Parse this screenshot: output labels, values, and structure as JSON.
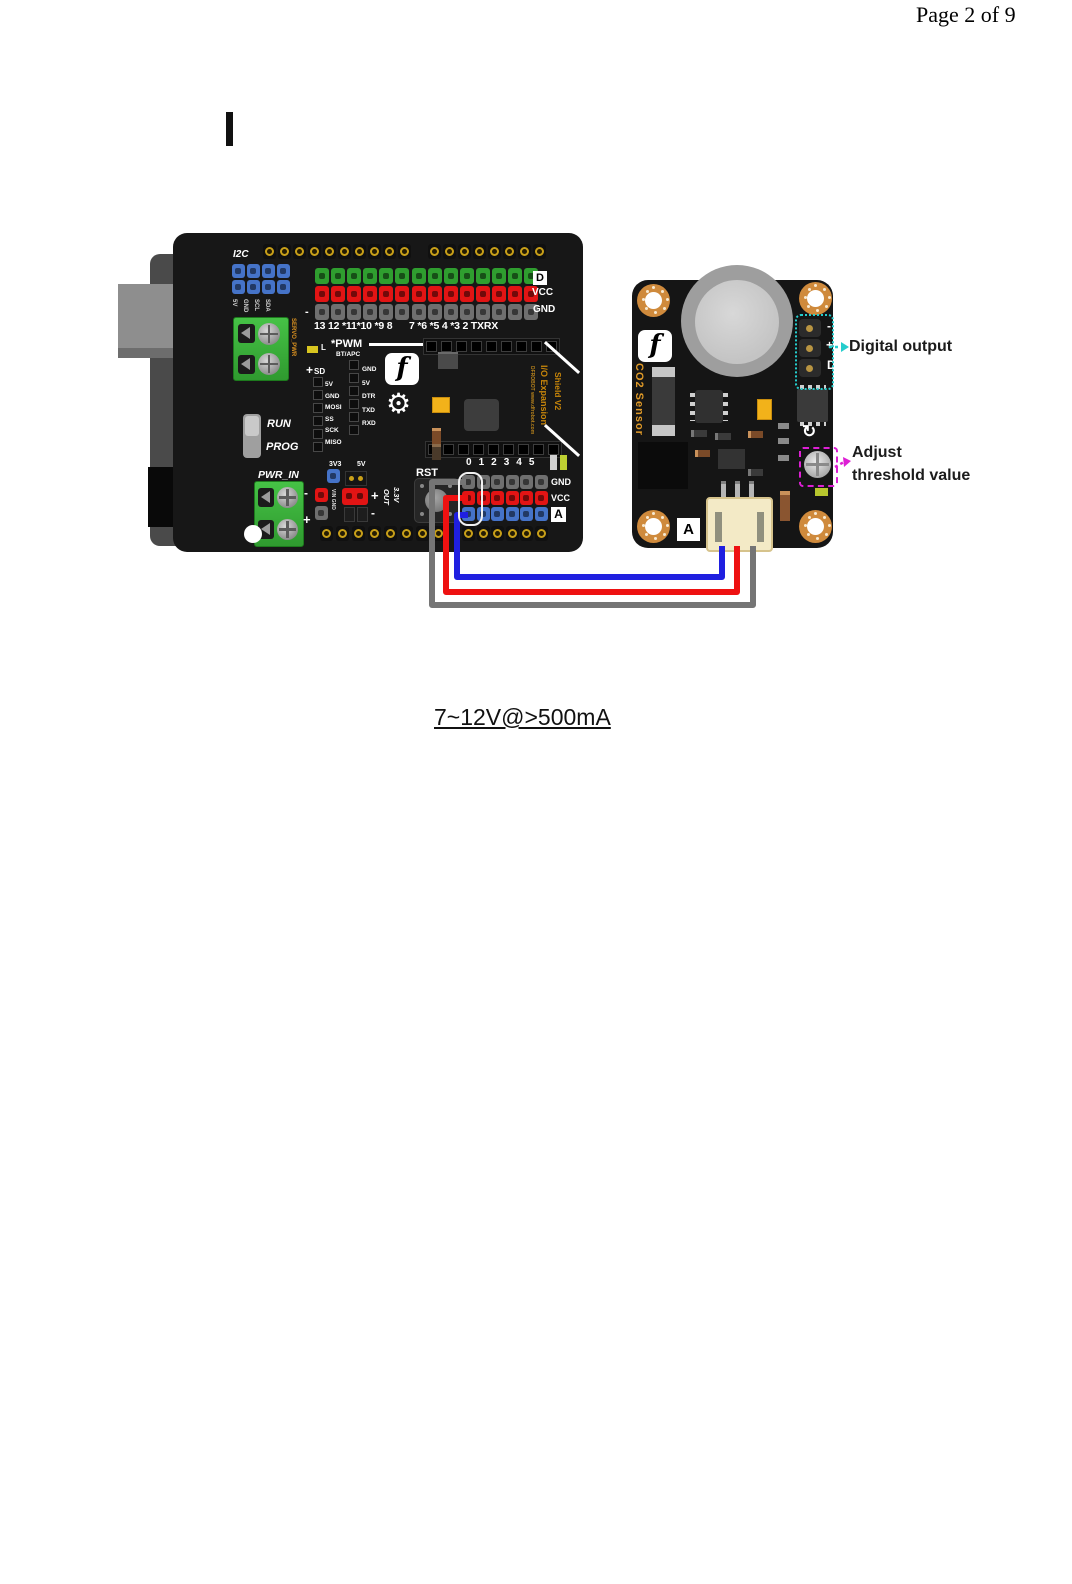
{
  "page": {
    "number": "Page 2 of 9",
    "note": "7~12V@>500mA"
  },
  "annotations": {
    "digital_output": "Digital output",
    "adjust_line1": "Adjust",
    "adjust_line2": "threshold value"
  },
  "shield": {
    "i2c_label": "I2C",
    "i2c_pins": [
      "5V",
      "GND",
      "SCL",
      "SDA"
    ],
    "servo_pwr": "SERVO_PWR",
    "digital_labels_left": "13 12 *11*10 *9 8",
    "digital_labels_right": "7 *6 *5 4 *3 2 TXRX",
    "d_box": "D",
    "vcc_label": "VCC",
    "gnd_label": "GND",
    "l_label": "L",
    "pwm_label": "*PWM",
    "bt_apc": "BT/APC",
    "sd_label": "SD",
    "sd_pins": [
      "5V",
      "GND",
      "MOSI",
      "SS",
      "SCK",
      "MISO"
    ],
    "bt_pins": [
      "GND",
      "5V",
      "DTR",
      "TXD",
      "RXD"
    ],
    "run": "RUN",
    "prog": "PROG",
    "v33": "3V3",
    "v5": "5V",
    "pwr_in": "PWR_IN",
    "vin_gnd": "VIN GND",
    "out_label": "OUT",
    "v33_out": "3.3V",
    "plus": "+",
    "minus": "-",
    "rst": "RST",
    "analog_labels": [
      "0",
      "1",
      "2",
      "3",
      "4",
      "5"
    ],
    "a_gnd": "GND",
    "a_vcc": "VCC",
    "a_box": "A",
    "brand": "DFROBOT www.dfrobot.com",
    "name1": "I/O Expansion",
    "name2": "Shield V2",
    "logo_glyph": "f",
    "gear_glyph": "⚙"
  },
  "sensor": {
    "name": "CO2 Sensor",
    "pin_minus": "-",
    "pin_plus": "+",
    "pin_d": "D",
    "a_box": "A",
    "logo_glyph": "f",
    "rotate_glyph": "↻"
  },
  "colors": {
    "wire_signal_blue": "#1f1fe0",
    "wire_vcc_red": "#ee1111",
    "wire_gnd_gray": "#757575",
    "digital_output_accent": "#25cdcd",
    "threshold_accent": "#dd1fd4"
  }
}
